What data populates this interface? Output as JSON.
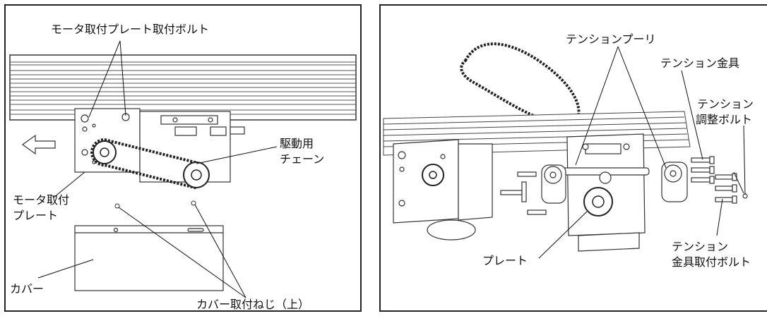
{
  "left_panel": {
    "labels": {
      "motor_plate_bolt": "モータ取付プレート取付ボルト",
      "drive_chain_1": "駆動用",
      "drive_chain_2": "チェーン",
      "motor_plate_1": "モータ取付",
      "motor_plate_2": "プレート",
      "cover": "カバー",
      "cover_screw": "カバー取付ねじ（上）"
    }
  },
  "right_panel": {
    "labels": {
      "tension_pulley": "テンションプーリ",
      "tension_bracket": "テンション金具",
      "tension_adjust_1": "テンション",
      "tension_adjust_2": "調整ボルト",
      "plate": "プレート",
      "tension_bracket_bolt_1": "テンション",
      "tension_bracket_bolt_2": "金具取付ボルト"
    }
  }
}
